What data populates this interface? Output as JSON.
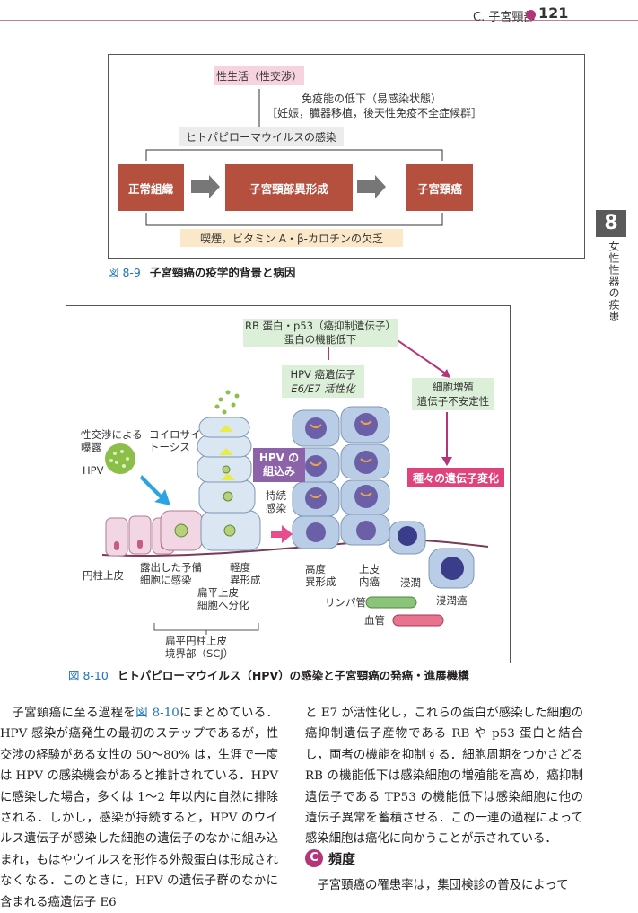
{
  "header": {
    "section": "C. 子宮頸部",
    "page_number": "121",
    "accent": "#b5357a"
  },
  "side_tab": {
    "number": "8",
    "label": "女性性器の疾患"
  },
  "fig1": {
    "sexual_activity": "性生活（性交渉）",
    "immune_line1": "免疫能の低下（易感染状態）",
    "immune_line2": "［妊娠，臓器移植，後天性免疫不全症候群］",
    "hpv_infection": "ヒトパピローマウイルスの感染",
    "normal": "正常組織",
    "dysplasia": "子宮頸部異形成",
    "cancer": "子宮頸癌",
    "smoking": "喫煙，ビタミン A・β-カロチンの欠乏",
    "caption_label": "図 8-9",
    "caption_text": "子宮頸癌の疫学的背景と病因"
  },
  "fig2": {
    "rb_line1": "RB 蛋白・p53（癌抑制遺伝子）",
    "rb_line2": "蛋白の機能低下",
    "e6_line1": "HPV 癌遺伝子",
    "e6_line2": "E6/E7 活性化",
    "prolif_line1": "細胞増殖",
    "prolif_line2": "遺伝子不安定性",
    "exposure_line1": "性交渉による",
    "exposure_line2": "曝露",
    "hpv": "HPV",
    "koilocytosis_line1": "コイロサイ",
    "koilocytosis_line2": "トーシス",
    "integration_line1": "HPV の",
    "integration_line2": "組込み",
    "persistent_line1": "持続",
    "persistent_line2": "感染",
    "genetic_change": "種々の遺伝子変化",
    "columnar": "円柱上皮",
    "exposed_line1": "露出した予備",
    "exposed_line2": "細胞に感染",
    "mild_line1": "軽度",
    "mild_line2": "異形成",
    "squamous_line1": "扁平上皮",
    "squamous_line2": "細胞へ分化",
    "scj_line1": "扁平円柱上皮",
    "scj_line2": "境界部（SCJ）",
    "high_line1": "高度",
    "high_line2": "異形成",
    "cis_line1": "上皮",
    "cis_line2": "内癌",
    "infiltration": "浸潤",
    "invasive": "浸潤癌",
    "lymph": "リンパ管",
    "blood": "血管",
    "caption_label": "図 8-10",
    "caption_text": "ヒトパピローマウイルス（HPV）の感染と子宮頸癌の発癌・進展機構"
  },
  "body": {
    "left_paragraph_start": "子宮頸癌に至る過程を",
    "left_ref": "図 8-10",
    "left_paragraph_rest": "にまとめている．HPV 感染が癌発生の最初のステップであるが，性交渉の経験がある女性の 50〜80% は，生涯で一度は HPV の感染機会があると推計されている．HPV に感染した場合，多くは 1〜2 年以内に自然に排除される．しかし，感染が持続すると，HPV のウイルス遺伝子が感染した細胞の遺伝子のなかに組み込まれ，もはやウイルスを形作る外殻蛋白は形成されなくなる．このときに，HPV の遺伝子群のなかに含まれる癌遺伝子 E6",
    "right_paragraph": "と E7 が活性化し，これらの蛋白が感染した細胞の癌抑制遺伝子産物である RB や p53 蛋白と結合し，両者の機能を抑制する．細胞周期をつかさどる RB の機能低下は感染細胞の増殖能を高め，癌抑制遺伝子である TP53 の機能低下は感染細胞に他の遺伝子異常を蓄積させる．この一連の過程によって感染細胞は癌化に向かうことが示されている．",
    "section_letter": "C",
    "section_title": "頻度",
    "section_paragraph": "子宮頸癌の罹患率は，集団検診の普及によって"
  }
}
